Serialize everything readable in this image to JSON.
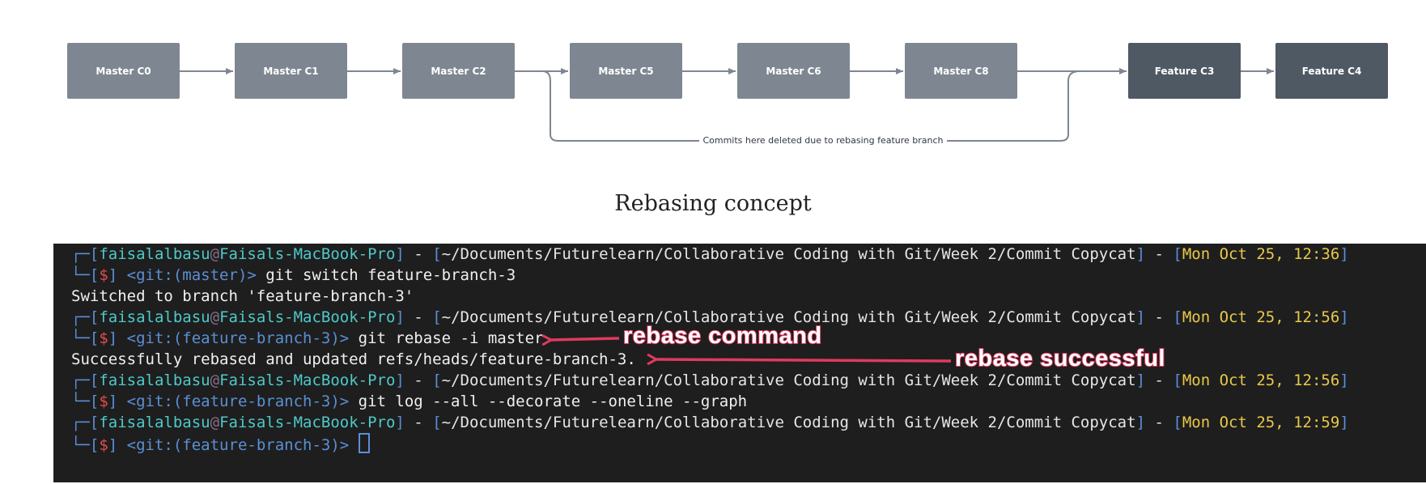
{
  "diagram": {
    "nodes": [
      {
        "id": "c0",
        "label": "Master C0",
        "dark": false
      },
      {
        "id": "c1",
        "label": "Master C1",
        "dark": false
      },
      {
        "id": "c2",
        "label": "Master C2",
        "dark": false
      },
      {
        "id": "c5",
        "label": "Master C5",
        "dark": false
      },
      {
        "id": "c6",
        "label": "Master C6",
        "dark": false
      },
      {
        "id": "c8",
        "label": "Master C8",
        "dark": false
      },
      {
        "id": "c3",
        "label": "Feature C3",
        "dark": true
      },
      {
        "id": "c4",
        "label": "Feature C4",
        "dark": true
      }
    ],
    "deleted_label": "Commits here deleted due to rebasing feature branch",
    "colors": {
      "node": "#7e8791",
      "node_dark": "#4f5964",
      "edge": "#7e8791"
    }
  },
  "caption": "Rebasing concept",
  "terminal": {
    "prompt": {
      "user": "faisalalbasu",
      "at": "@",
      "host": "Faisals-MacBook-Pro",
      "path": "~/Documents/Futurelearn/Collaborative Coding with Git/Week 2/Commit Copycat",
      "dollar": "$"
    },
    "blocks": [
      {
        "date": "Mon Oct 25, 12:36",
        "branch": "<git:(master)>",
        "command": "git switch feature-branch-3",
        "output": "Switched to branch 'feature-branch-3'"
      },
      {
        "date": "Mon Oct 25, 12:56",
        "branch": "<git:(feature-branch-3)>",
        "command": "git rebase -i master",
        "output": "Successfully rebased and updated refs/heads/feature-branch-3."
      },
      {
        "date": "Mon Oct 25, 12:56",
        "branch": "<git:(feature-branch-3)>",
        "command": "git log --all --decorate --oneline --graph",
        "output": ""
      },
      {
        "date": "Mon Oct 25, 12:59",
        "branch": "<git:(feature-branch-3)>",
        "command": "",
        "output": ""
      }
    ],
    "colors": {
      "background": "#1e1e1e",
      "annotation": "#e03a5f"
    }
  },
  "annotations": {
    "rebase_command": "rebase command",
    "rebase_successful": "rebase successful"
  }
}
